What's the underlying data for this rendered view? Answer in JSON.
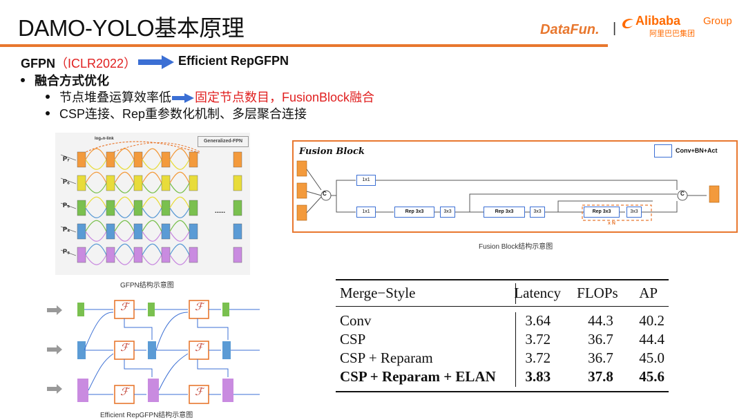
{
  "slide": {
    "title": "DAMO-YOLO基本原理",
    "logo_datafun": "DataFun.",
    "logo_sep": "|",
    "logo_alibaba": "Alibaba",
    "logo_group": "Group",
    "logo_alibaba_cn": "阿里巴巴集团"
  },
  "heading": {
    "gfpn": "GFPN",
    "iclr_open": "（",
    "iclr": "ICLR2022",
    "iclr_close": "）",
    "target": "Efficient RepGFPN"
  },
  "bullets": {
    "main": "融合方式优化",
    "sub1_left": "节点堆叠运算效率低",
    "sub1_right": "固定节点数目，FusionBlock融合",
    "sub2": "CSP连接、Rep重参数化机制、多层聚合连接"
  },
  "gfpn_figure": {
    "legend": "Generalized-FPN",
    "link_label": "log₂n-link",
    "levels": [
      "P₇",
      "P₆",
      "P₅",
      "P₄",
      "P₃"
    ],
    "ellipsis": "......",
    "caption": "GFPN结构示意图"
  },
  "fusion_figure": {
    "title": "Fusion Block",
    "legend_label": "Conv+BN+Act",
    "concat_label": "C",
    "blocks_top": [
      "1x1"
    ],
    "blocks_bottom": [
      "1x1",
      "Rep 3x3",
      "3x3",
      "Rep 3x3",
      "3x3",
      "Rep 3x3",
      "3x3"
    ],
    "repeat_label": "x N",
    "caption": "Fusion Block结构示意图"
  },
  "repgfpn_figure": {
    "fusion_symbol": "ℱ",
    "caption": "Efficient RepGFPN结构示意图"
  },
  "table": {
    "headers": [
      "Merge−Style",
      "Latency",
      "FLOPs",
      "AP"
    ],
    "rows": [
      [
        "Conv",
        "3.64",
        "44.3",
        "40.2"
      ],
      [
        "CSP",
        "3.72",
        "36.7",
        "44.4"
      ],
      [
        "CSP + Reparam",
        "3.72",
        "36.7",
        "45.0"
      ],
      [
        "CSP + Reparam + ELAN",
        "3.83",
        "37.8",
        "45.6"
      ]
    ]
  },
  "colors": {
    "accent": "#e8772e",
    "red": "#e02020",
    "arrow_blue": "#3b6fd4",
    "p7": "#f39a3c",
    "p6": "#e8dc3a",
    "p5": "#7ac04f",
    "p4": "#5b9bd5",
    "p3": "#c98be0"
  }
}
